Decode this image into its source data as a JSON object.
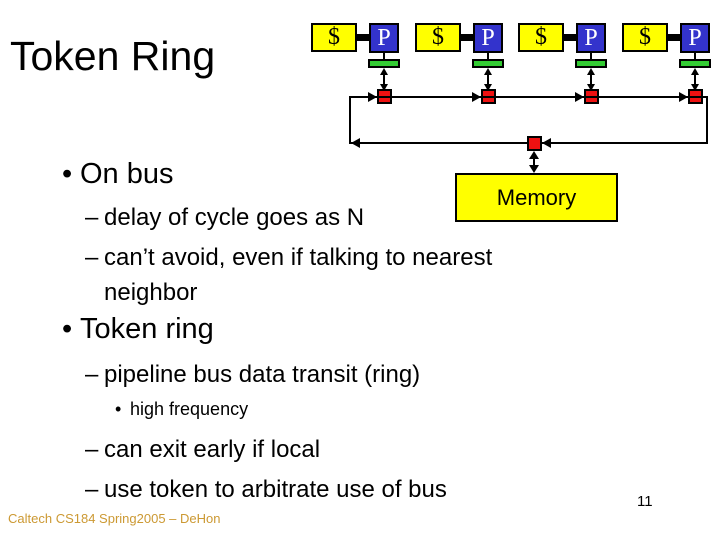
{
  "slide": {
    "title": "Token Ring",
    "footer": "Caltech CS184 Spring2005 – DeHon",
    "page_number": "11"
  },
  "bullets": [
    {
      "level": 1,
      "marker": "•",
      "text": "On bus"
    },
    {
      "level": 2,
      "marker": "–",
      "text": "delay of cycle goes as N"
    },
    {
      "level": 2,
      "marker": "–",
      "text": "can’t avoid, even if talking to nearest neighbor"
    },
    {
      "level": 1,
      "marker": "•",
      "text": "Token ring"
    },
    {
      "level": 2,
      "marker": "–",
      "text": "pipeline bus data transit (ring)"
    },
    {
      "level": 3,
      "marker": "•",
      "text": "high frequency"
    },
    {
      "level": 2,
      "marker": "–",
      "text": "can exit early if local"
    },
    {
      "level": 2,
      "marker": "–",
      "text": "use token to arbitrate use of bus"
    }
  ],
  "diagram": {
    "node_count": 4,
    "cache_label": "$",
    "processor_label": "P",
    "memory_label": "Memory",
    "colors": {
      "cache_fill": "#FFFF00",
      "processor_fill": "#3333CC",
      "processor_text": "#FFFFFF",
      "interface_fill": "#33CC33",
      "ring_node_fill": "#EE1111",
      "memory_fill": "#FFFF00",
      "line": "#000000",
      "footer_text": "#CC9933"
    }
  }
}
